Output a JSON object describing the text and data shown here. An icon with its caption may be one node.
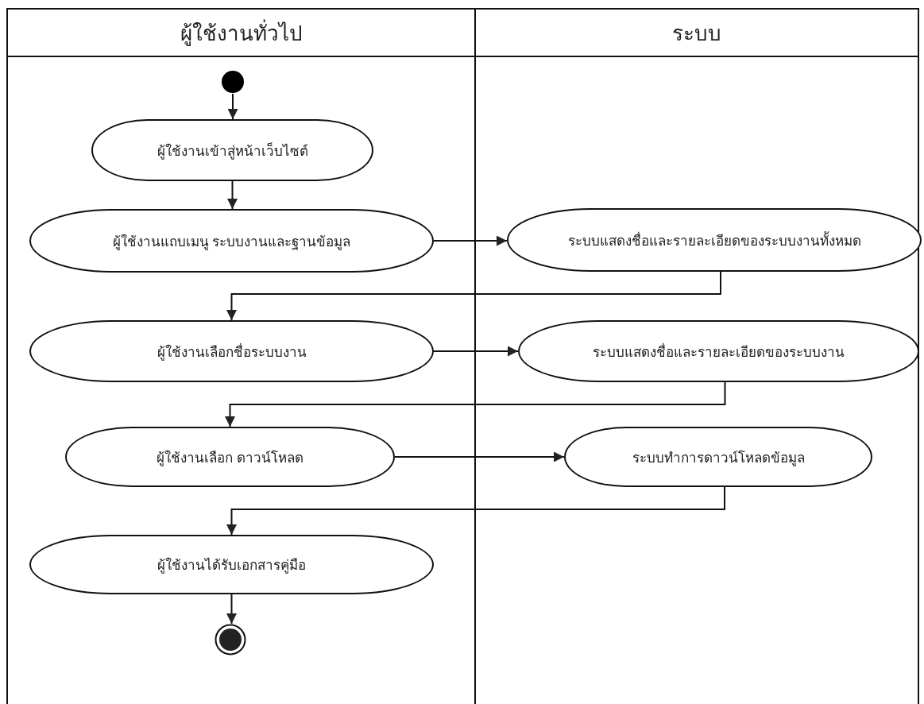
{
  "diagram": {
    "nodes": [
      {
        "text": [
          "ผู้ใช้งานทั่วไป"
        ]
      },
      {
        "text": [
          "ระบบ"
        ]
      },
      {
        "text": [],
        "shape": "circle",
        "in": 0
      },
      {
        "text": [
          "ผู้ใช้งานเข้าสู่หน้าเว็บไซต์"
        ],
        "in": 0
      },
      {
        "text": [
          "ผู้ใช้งานแถบเมนู ระบบงานและฐานข้อมูล"
        ],
        "in": 0
      },
      {
        "text": [
          "ระบบแสดงชื่อและรายละเอียดของระบบงานทั้งหมด"
        ],
        "in": 1
      },
      {
        "text": [
          "ผู้ใช้งานเลือกชื่อระบบงาน"
        ],
        "in": 0
      },
      {
        "text": [
          "ระบบแสดงชื่อและรายละเอียดของระบบงาน"
        ],
        "in": 1
      },
      {
        "text": [
          "ผู้ใช้งานเลือก ดาวน์โหลด"
        ],
        "in": 0
      },
      {
        "text": [
          "ระบบทำการดาวน์โหลดข้อมูล"
        ],
        "in": 1
      },
      {
        "text": [
          "ผู้ใช้งานได้รับเอกสารคู่มือ"
        ],
        "in": 0
      },
      {
        "text": [],
        "shape": "bullseye",
        "in": 0
      }
    ],
    "edges": [
      {
        "from": 2,
        "to": 3,
        "arrow": "to"
      },
      {
        "from": 3,
        "to": 4,
        "arrow": "to"
      },
      {
        "from": 4,
        "to": 5,
        "arrow": "to"
      },
      {
        "from": 5,
        "to": 6,
        "arrow": "to"
      },
      {
        "from": 6,
        "to": 7,
        "arrow": "to"
      },
      {
        "from": 7,
        "to": 8,
        "arrow": "to"
      },
      {
        "from": 8,
        "to": 9,
        "arrow": "to"
      },
      {
        "from": 9,
        "to": 10,
        "arrow": "to"
      },
      {
        "from": 10,
        "to": 11,
        "arrow": "to"
      }
    ]
  }
}
